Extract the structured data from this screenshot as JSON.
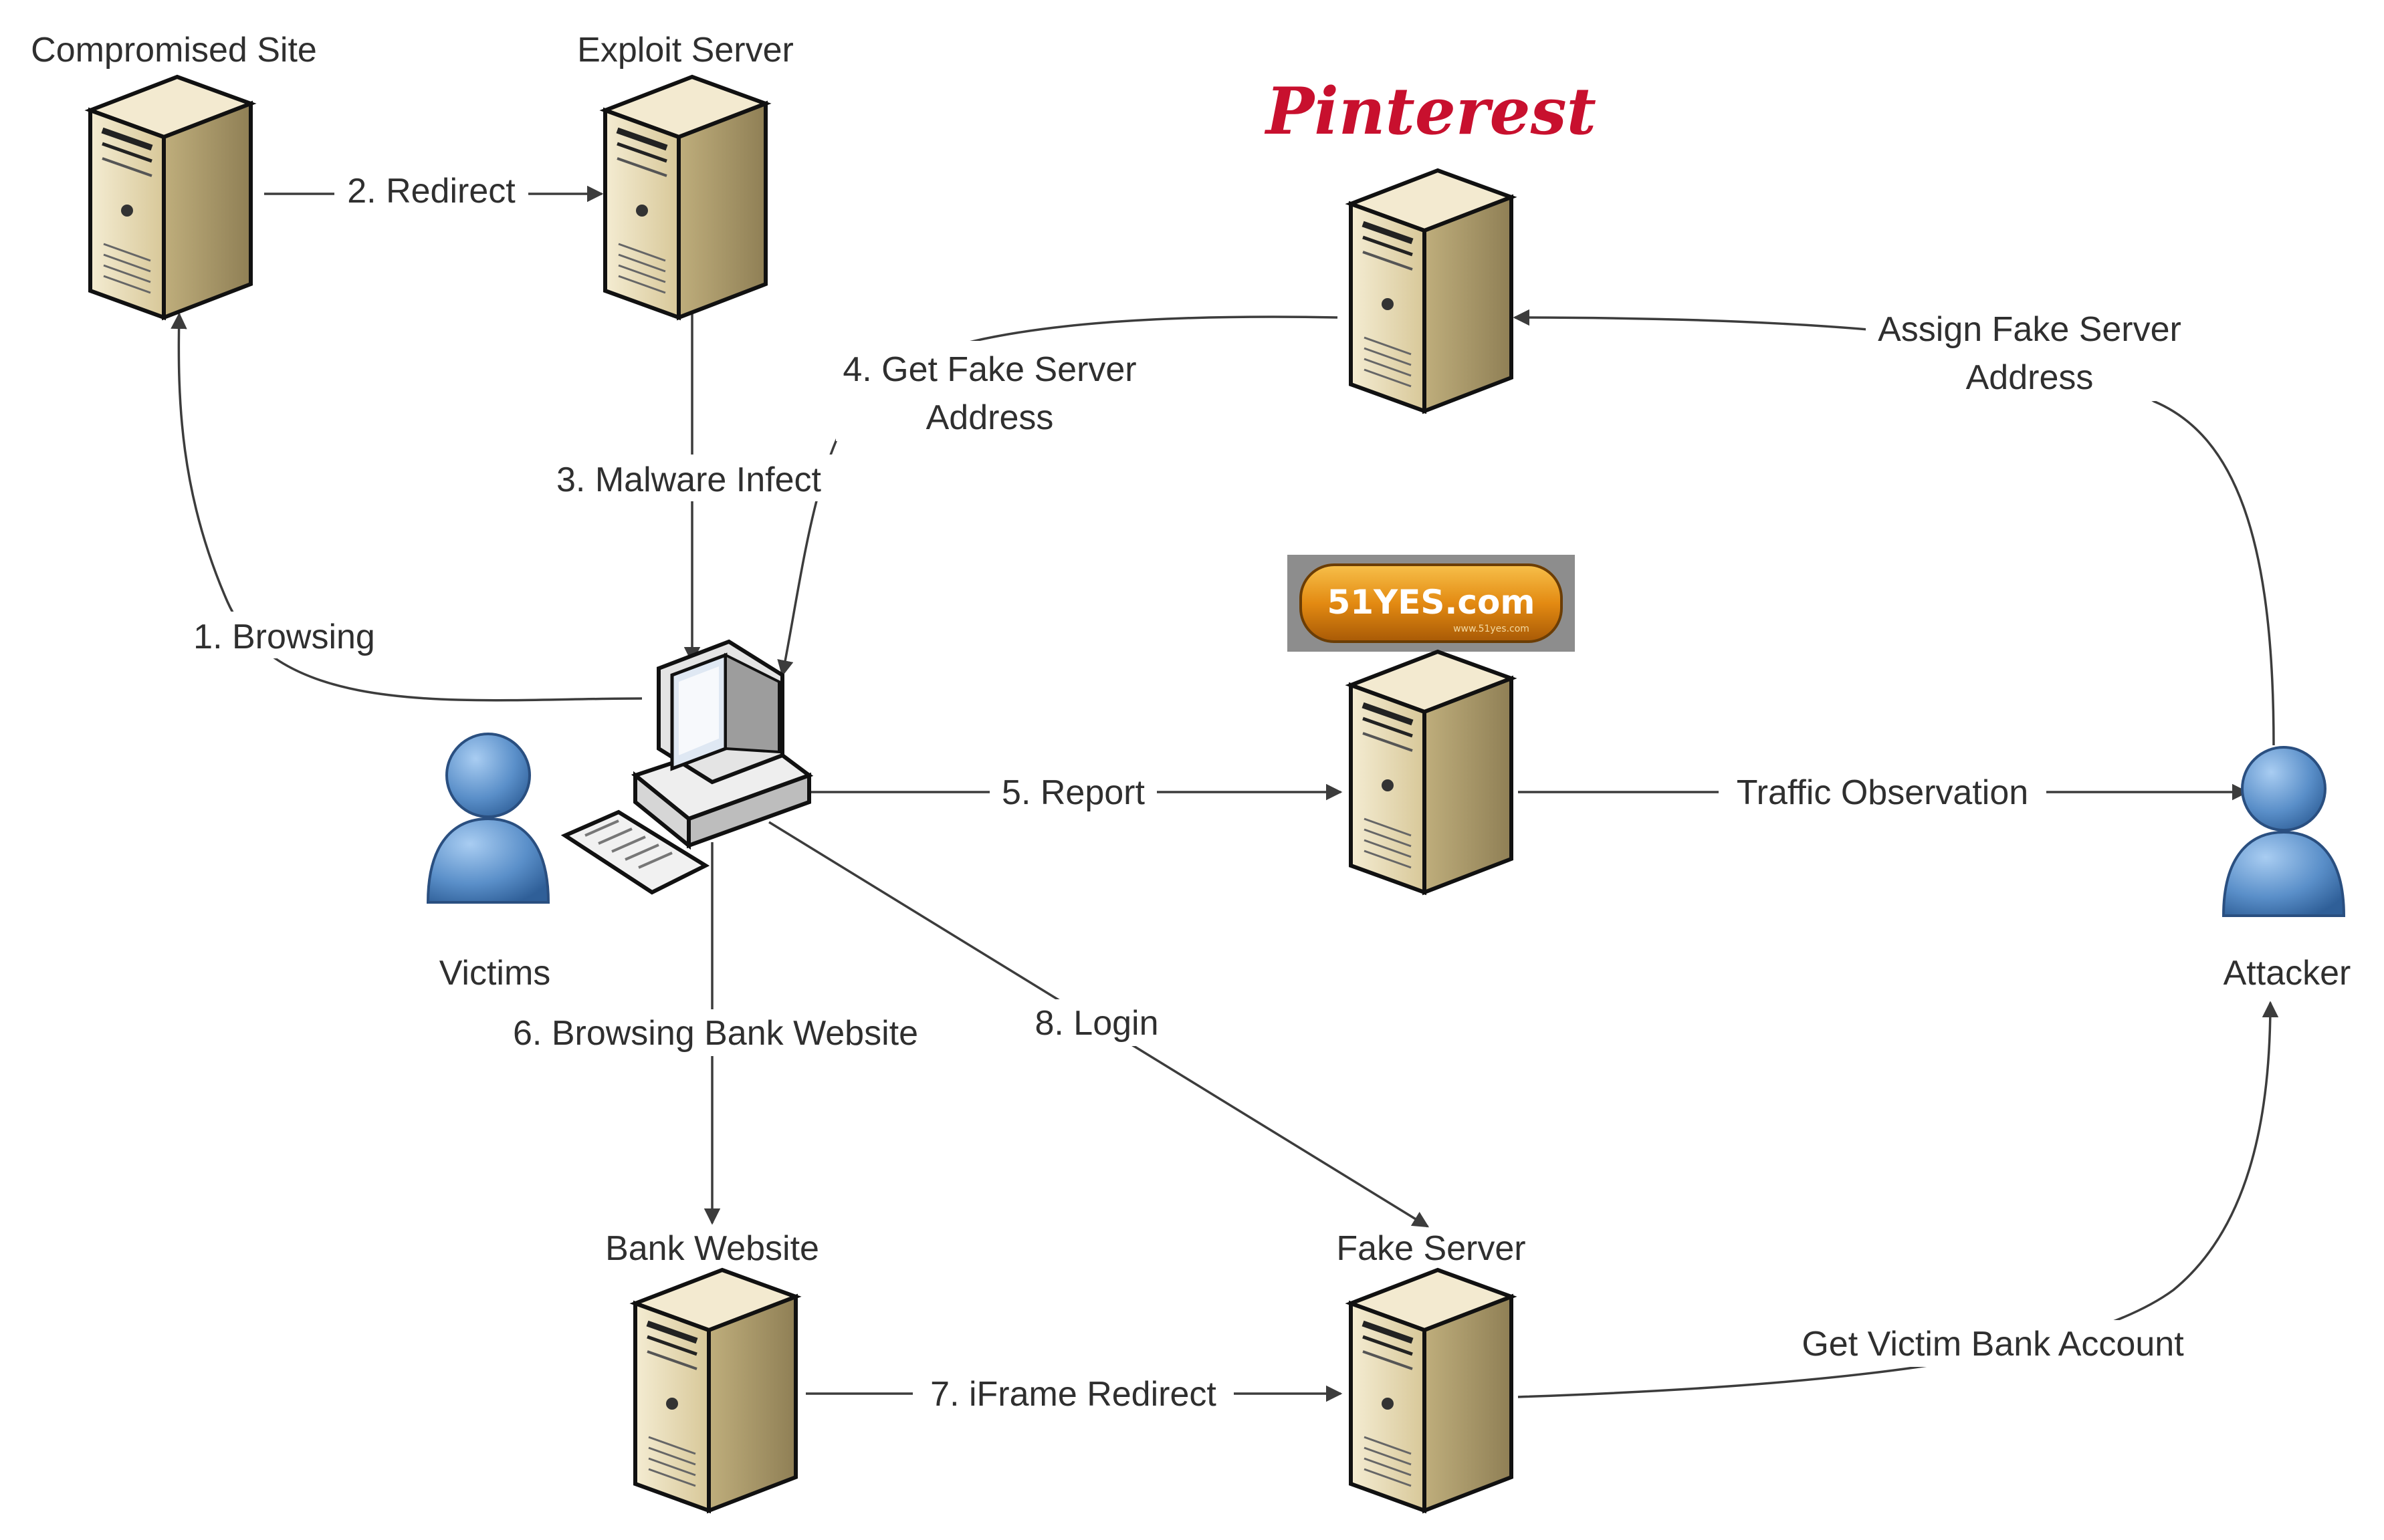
{
  "nodes": {
    "compromised_site": {
      "label": "Compromised Site",
      "icon": "server-icon"
    },
    "exploit_server": {
      "label": "Exploit Server",
      "icon": "server-icon"
    },
    "pinterest_server": {
      "logo": "Pinterest",
      "icon": "server-icon"
    },
    "report_server": {
      "logo": "51YES.com",
      "logo_sub": "www.51yes.com",
      "icon": "server-icon"
    },
    "victim_pc": {
      "icon": "desktop-computer-icon"
    },
    "victims": {
      "label": "Victims",
      "icon": "user-icon"
    },
    "attacker": {
      "label": "Attacker",
      "icon": "user-icon"
    },
    "bank_website": {
      "label": "Bank Website",
      "icon": "server-icon"
    },
    "fake_server": {
      "label": "Fake Server",
      "icon": "server-icon"
    }
  },
  "edges": {
    "browsing": "1. Browsing",
    "redirect": "2. Redirect",
    "malware_infect": "3. Malware Infect",
    "get_fake_server_address": [
      "4. Get Fake Server",
      "Address"
    ],
    "report": "5. Report",
    "browsing_bank_website": "6. Browsing Bank Website",
    "iframe_redirect": "7. iFrame Redirect",
    "login": "8. Login",
    "assign_fake_server_address": [
      "Assign Fake Server",
      "Address"
    ],
    "traffic_observation": "Traffic Observation",
    "get_victim_bank_account": "Get Victim Bank Account"
  },
  "colors": {
    "server_front": "#e8dcb4",
    "server_side": "#b9a97a",
    "server_top": "#f3ead0",
    "user_blue": "#5a8fc9",
    "pinterest_red": "#c8102e",
    "badge_orange": "#e38a12",
    "line": "#3c3c3c",
    "text": "#2f2f2f"
  }
}
